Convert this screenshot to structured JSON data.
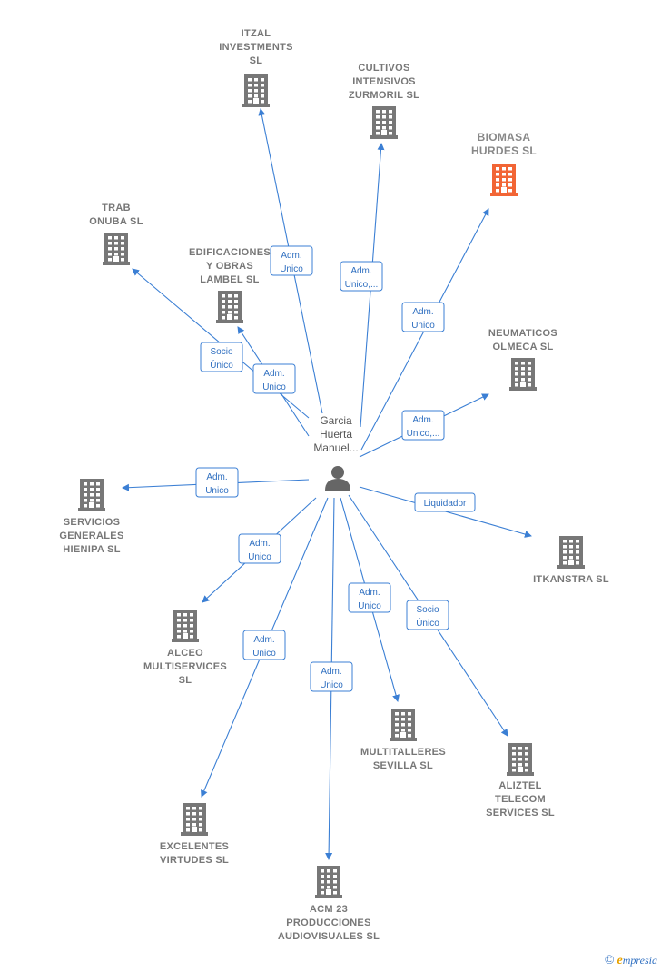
{
  "colors": {
    "edge": "#3b7fd4",
    "company": "#777777",
    "highlight": "#f26535",
    "person": "#666666"
  },
  "person": {
    "label_lines": [
      "Garcia",
      "Huerta",
      "Manuel..."
    ],
    "icon": "person-icon"
  },
  "companies": [
    {
      "id": "itzal",
      "lines": [
        "ITZAL",
        "INVESTMENTS",
        "SL"
      ],
      "highlight": false
    },
    {
      "id": "cultivos",
      "lines": [
        "CULTIVOS",
        "INTENSIVOS",
        "ZURMORIL SL"
      ],
      "highlight": false
    },
    {
      "id": "biomasa",
      "lines": [
        "BIOMASA",
        "HURDES SL"
      ],
      "highlight": true
    },
    {
      "id": "trab",
      "lines": [
        "TRAB",
        "ONUBA SL"
      ],
      "highlight": false
    },
    {
      "id": "edificaciones",
      "lines": [
        "EDIFICACIONES",
        "Y OBRAS",
        "LAMBEL SL"
      ],
      "highlight": false
    },
    {
      "id": "neumaticos",
      "lines": [
        "NEUMATICOS",
        "OLMECA SL"
      ],
      "highlight": false
    },
    {
      "id": "servicios",
      "lines": [
        "SERVICIOS",
        "GENERALES",
        "HIENIPA SL"
      ],
      "highlight": false
    },
    {
      "id": "itkanstra",
      "lines": [
        "ITKANSTRA SL"
      ],
      "highlight": false
    },
    {
      "id": "alceo",
      "lines": [
        "ALCEO",
        "MULTISERVICES",
        "SL"
      ],
      "highlight": false
    },
    {
      "id": "multitalleres",
      "lines": [
        "MULTITALLERES",
        "SEVILLA SL"
      ],
      "highlight": false
    },
    {
      "id": "aliztel",
      "lines": [
        "ALIZTEL",
        "TELECOM",
        "SERVICES SL"
      ],
      "highlight": false
    },
    {
      "id": "excelentes",
      "lines": [
        "EXCELENTES",
        "VIRTUDES SL"
      ],
      "highlight": false
    },
    {
      "id": "acm",
      "lines": [
        "ACM 23",
        "PRODUCCIONES",
        "AUDIOVISUALES SL"
      ],
      "highlight": false
    }
  ],
  "edges": [
    {
      "target": "itzal",
      "lines": [
        "Adm.",
        "Unico"
      ]
    },
    {
      "target": "cultivos",
      "lines": [
        "Adm.",
        "Unico,..."
      ]
    },
    {
      "target": "biomasa",
      "lines": [
        "Adm.",
        "Unico"
      ]
    },
    {
      "target": "trab",
      "lines": [
        "Socio",
        "Único"
      ]
    },
    {
      "target": "edificaciones",
      "lines": [
        "Adm.",
        "Unico"
      ]
    },
    {
      "target": "neumaticos",
      "lines": [
        "Adm.",
        "Unico,..."
      ]
    },
    {
      "target": "servicios",
      "lines": [
        "Adm.",
        "Unico"
      ]
    },
    {
      "target": "itkanstra",
      "lines": [
        "Liquidador"
      ]
    },
    {
      "target": "alceo",
      "lines": [
        "Adm.",
        "Unico"
      ]
    },
    {
      "target": "excelentes",
      "lines": [
        "Adm.",
        "Unico"
      ]
    },
    {
      "target": "acm",
      "lines": [
        "Adm.",
        "Unico"
      ]
    },
    {
      "target": "multitalleres",
      "lines": [
        "Adm.",
        "Unico"
      ]
    },
    {
      "target": "aliztel",
      "lines": [
        "Socio",
        "Único"
      ]
    }
  ],
  "footer": {
    "copyright": "©",
    "brand_initial": "e",
    "brand_rest": "mpresia"
  }
}
